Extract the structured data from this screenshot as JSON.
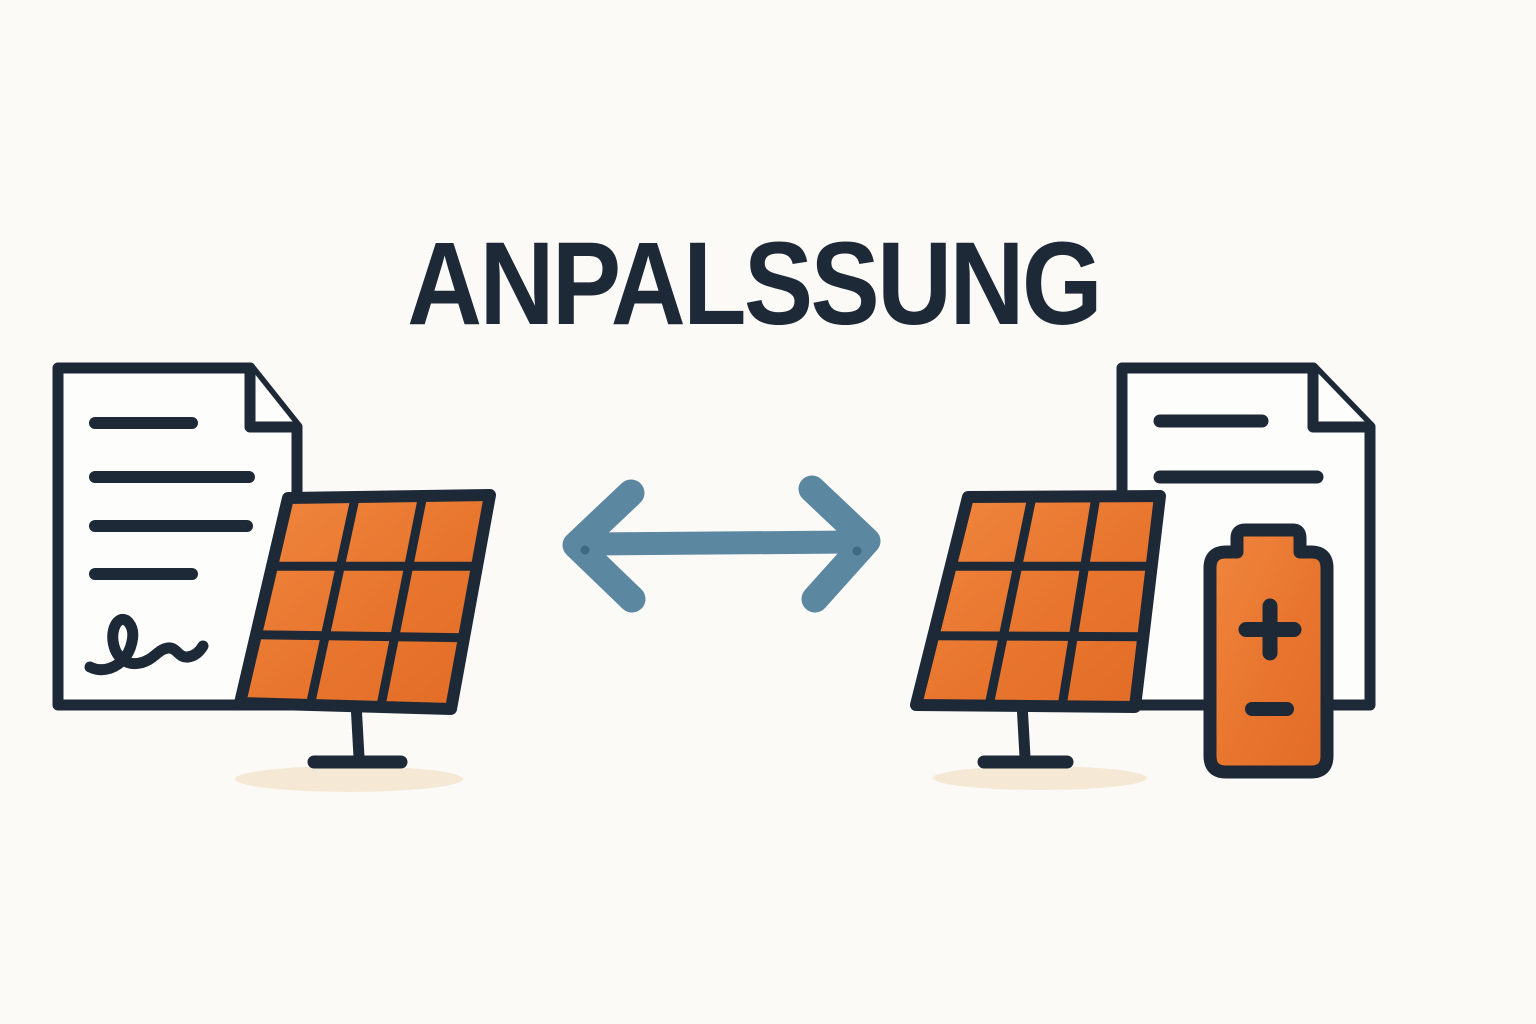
{
  "title": {
    "text": "ANPALSSUNG"
  },
  "scene": {
    "left": {
      "name": "contract-document-with-solar-panel",
      "document_line_count": 4,
      "has_signature": true,
      "panel_grid": "3x3"
    },
    "center": {
      "name": "bidirectional-arrow"
    },
    "right": {
      "name": "solar-panel-with-document-and-battery",
      "document_line_count": 2,
      "panel_grid": "3x3",
      "battery": {
        "positive_symbol": "+",
        "negative_symbol": "−"
      }
    }
  },
  "colors": {
    "background": "#FCFAF7",
    "ink": "#1D2937",
    "paper": "#FDFDFB",
    "orange": "#E8752E",
    "orange_light": "#F0873F",
    "orange_deep": "#E26C25",
    "arrow_blue": "#5C87A1",
    "arrow_blue_dark": "#3F6A83",
    "shadow": "#F5E9D6"
  }
}
